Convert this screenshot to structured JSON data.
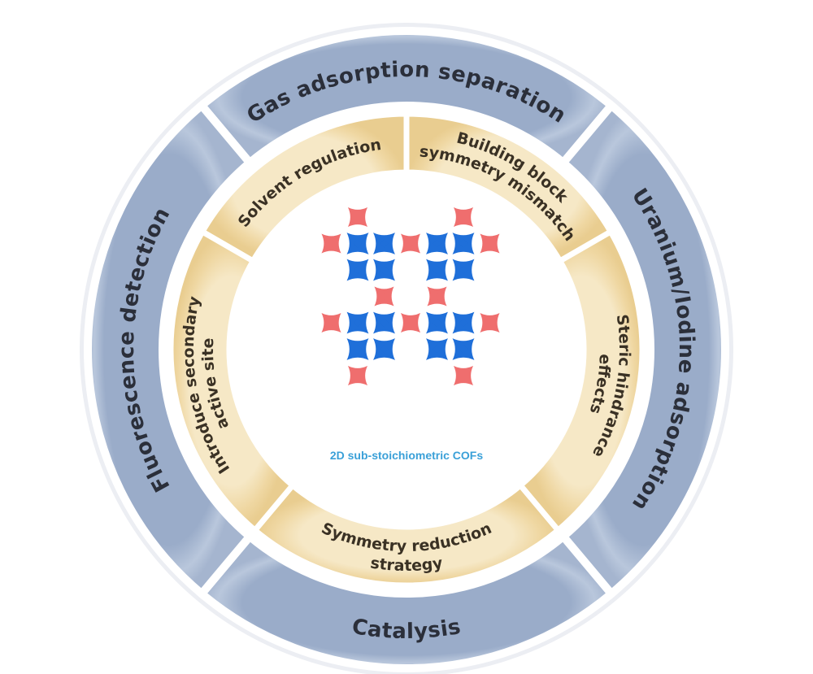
{
  "outer_ring": [
    {
      "label": "Gas adsorption separation",
      "start": -40,
      "end": 40,
      "text_dir": "cw"
    },
    {
      "label": "Uranium/Iodine adsorption",
      "start": 40,
      "end": 140,
      "text_dir": "cw"
    },
    {
      "label": "Catalysis",
      "start": 140,
      "end": 220,
      "text_dir": "ccw"
    },
    {
      "label": "Fluorescence detection",
      "start": 220,
      "end": 320,
      "text_dir": "cw"
    }
  ],
  "inner_ring": [
    {
      "lines": [
        "Solvent regulation"
      ],
      "start": -60,
      "end": 0,
      "text_dir": "cw"
    },
    {
      "lines": [
        "Building block",
        "symmetry mismatch"
      ],
      "start": 0,
      "end": 60,
      "text_dir": "cw"
    },
    {
      "lines": [
        "Steric hindrance",
        "effects"
      ],
      "start": 60,
      "end": 140,
      "text_dir": "cw"
    },
    {
      "lines": [
        "Symmetry reduction",
        "strategy"
      ],
      "start": 140,
      "end": 220,
      "text_dir": "ccw"
    },
    {
      "lines": [
        "Introduce secondary",
        "active site"
      ],
      "start": 220,
      "end": 300,
      "text_dir": "cw"
    }
  ],
  "center": {
    "caption": "2D sub-stoichiometric COFs",
    "blue_nodes": [
      [
        2,
        1
      ],
      [
        3,
        1
      ],
      [
        5,
        1
      ],
      [
        6,
        1
      ],
      [
        2,
        2
      ],
      [
        3,
        2
      ],
      [
        5,
        2
      ],
      [
        6,
        2
      ],
      [
        2,
        4
      ],
      [
        3,
        4
      ],
      [
        5,
        4
      ],
      [
        6,
        4
      ],
      [
        2,
        5
      ],
      [
        3,
        5
      ],
      [
        5,
        5
      ],
      [
        6,
        5
      ]
    ],
    "red_nodes": [
      [
        2,
        0
      ],
      [
        6,
        0
      ],
      [
        1,
        1
      ],
      [
        4,
        1
      ],
      [
        7,
        1
      ],
      [
        3,
        3
      ],
      [
        5,
        3
      ],
      [
        1,
        4
      ],
      [
        4,
        4
      ],
      [
        7,
        4
      ],
      [
        2,
        6
      ],
      [
        6,
        6
      ]
    ]
  },
  "colors": {
    "outer_fill": "#b8c6dc",
    "outer_fill_dark": "#95a8c7",
    "inner_fill": "#efd8a4",
    "inner_fill_light": "#f7ebcc",
    "ring_border": "#e6e8ee",
    "blue_node": "#1f6fd9",
    "red_node": "#ef6e6e",
    "caption": "#3aa0d8"
  }
}
